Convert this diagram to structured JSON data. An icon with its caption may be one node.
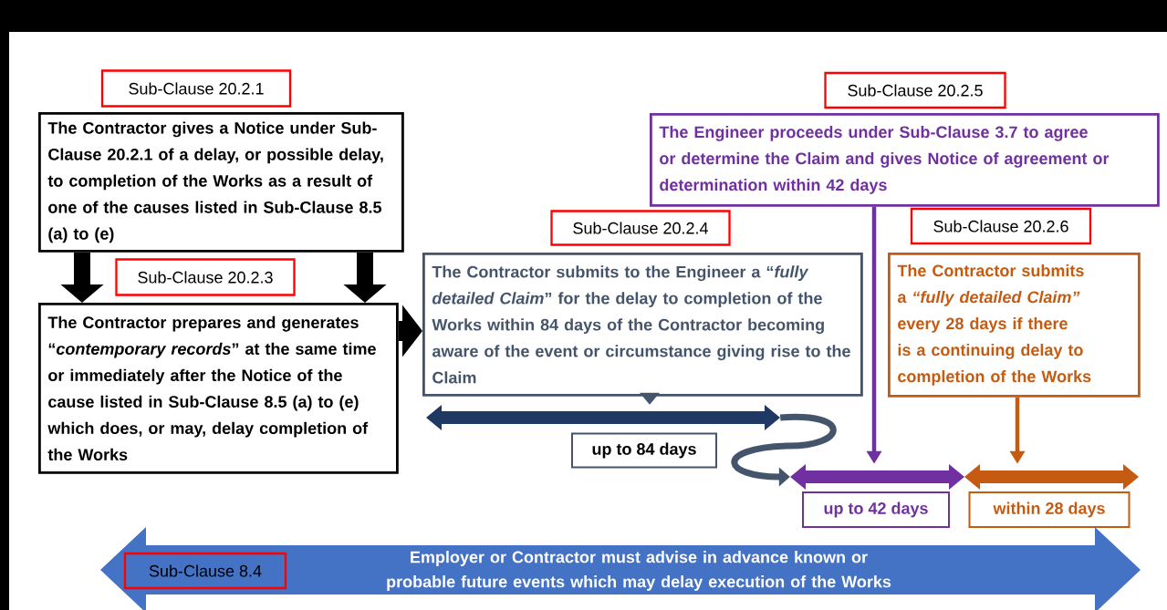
{
  "diagram": {
    "nodes": [
      {
        "text": [
          "Sub-Clause 20.2.1"
        ]
      },
      {
        "text": [
          "The Contractor gives a Notice under Sub-Clause 20.2.1 of a delay, or possible delay, to completion of the Works as a result of one of the causes listed in Sub-Clause 8.5 (a) to (e)"
        ]
      },
      {
        "text": [
          "Sub-Clause 20.2.3"
        ]
      },
      {
        "text": [
          "The Contractor prepares and generates “*contemporary records*” at the same time or immediately after the Notice of the cause listed in Sub-Clause 8.5 (a) to (e) which does, or may, delay completion of the Works"
        ]
      },
      {
        "text": [
          "Sub-Clause 20.2.4"
        ]
      },
      {
        "text": [
          "The Contractor submits to the Engineer a “*fully detailed Claim*” for the delay to completion of the Works within 84 days of the Contractor becoming aware of the event or circumstance giving rise to the Claim"
        ]
      },
      {
        "text": [
          "Sub-Clause 20.2.5"
        ]
      },
      {
        "text": [
          "The Engineer proceeds under Sub-Clause 3.7 to agree or determine the Claim and gives Notice of agreement or determination within 42 days"
        ]
      },
      {
        "text": [
          "Sub-Clause 20.2.6"
        ]
      },
      {
        "text": [
          "The Contractor submits a *“fully detailed Claim”* every 28 days if there is a continuing delay to completion of the Works"
        ]
      },
      {
        "text": [],
        "shape": "bar",
        "beside": [
          "up to 84 days"
        ]
      },
      {
        "text": [],
        "shape": "bar",
        "beside": [
          "up to 42 days"
        ]
      },
      {
        "text": [],
        "shape": "bar",
        "beside": [
          "within 28 days"
        ]
      },
      {
        "text": [
          "Employer or Contractor must advise in advance known or probable future events which may delay execution of the Works"
        ]
      },
      {
        "text": [
          "Sub-Clause 8.4"
        ],
        "in": 13
      }
    ],
    "edges": [
      {
        "from": 1,
        "to": 3,
        "arrow": "to",
        "style": "thick"
      },
      {
        "from": 1,
        "to": 3,
        "arrow": "to",
        "style": "thick"
      },
      {
        "from": 3,
        "to": 5,
        "arrow": "to",
        "style": "thick"
      },
      {
        "from": 5,
        "to": 10,
        "arrow": "to",
        "color": "#44546a"
      },
      {
        "from": 10,
        "to": 11,
        "arrow": "to",
        "color": "#44546a"
      },
      {
        "from": 7,
        "to": 11,
        "arrow": "to",
        "color": "#7030a0"
      },
      {
        "from": 9,
        "to": 12,
        "arrow": "to",
        "color": "#c55a11"
      }
    ]
  }
}
